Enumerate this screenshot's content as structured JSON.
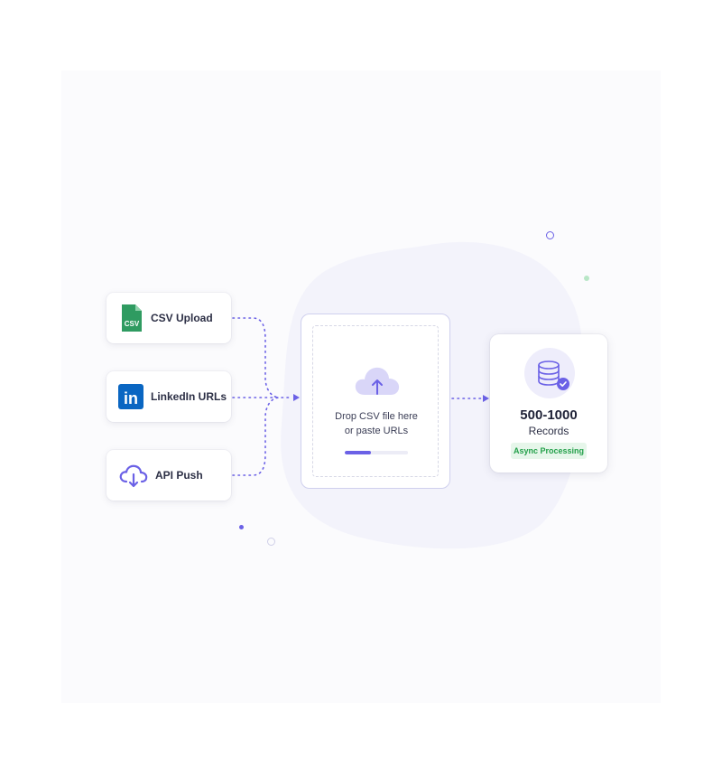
{
  "sources": [
    {
      "label": "CSV Upload",
      "icon": "csv-file-icon",
      "icon_text": "CSV",
      "color": "#2f9b61"
    },
    {
      "label": "LinkedIn URLs",
      "icon": "linkedin-icon",
      "icon_text": "in",
      "color": "#0a66c2"
    },
    {
      "label": "API Push",
      "icon": "cloud-download-icon",
      "color": "#6b61e6"
    }
  ],
  "dropzone": {
    "line1": "Drop CSV file here",
    "line2": "or paste URLs",
    "icon": "cloud-upload-icon",
    "progress": 0.42
  },
  "result": {
    "count": "500-1000",
    "label": "Records",
    "badge": "Async Processing",
    "icon": "database-check-icon"
  },
  "colors": {
    "accent": "#6b61e6",
    "badge_bg": "#e6f6ea",
    "badge_text": "#23a04a"
  }
}
